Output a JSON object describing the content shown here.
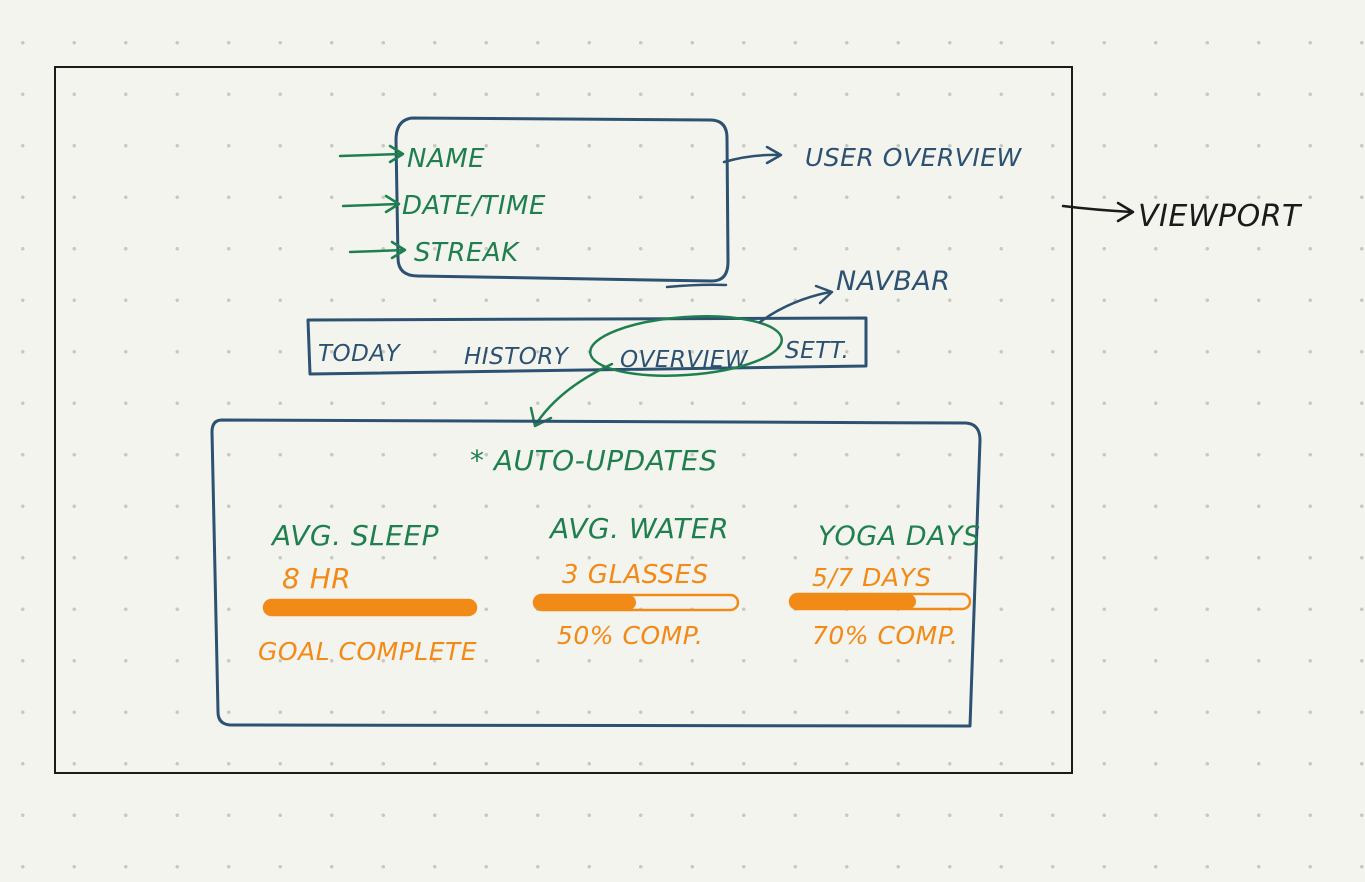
{
  "labels": {
    "viewport": "VIEWPORT",
    "user_overview": "USER OVERVIEW",
    "navbar": "NAVBAR",
    "auto_updates": "* AUTO-UPDATES"
  },
  "user_box": {
    "fields": [
      "NAME",
      "DATE/TIME",
      "STREAK"
    ]
  },
  "navbar": {
    "items": [
      "TODAY",
      "HISTORY",
      "OVERVIEW",
      "SETT."
    ],
    "selected": "OVERVIEW"
  },
  "stats": [
    {
      "title": "AVG. SLEEP",
      "value": "8 HR",
      "progress": 1.0,
      "caption": "GOAL COMPLETE"
    },
    {
      "title": "AVG. WATER",
      "value": "3 GLASSES",
      "progress": 0.5,
      "caption": "50% COMP."
    },
    {
      "title": "YOGA DAYS",
      "value": "5/7 DAYS",
      "progress": 0.7,
      "caption": "70% COMP."
    }
  ],
  "colors": {
    "structure": "#2d5170",
    "annotation": "#1f7f4e",
    "data": "#f28a17",
    "frame": "#1b1b1b"
  }
}
